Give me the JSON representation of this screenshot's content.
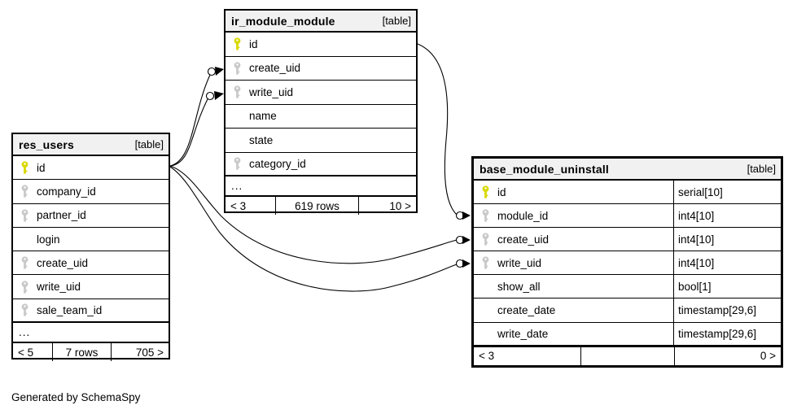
{
  "caption": "Generated by SchemaSpy",
  "colors": {
    "primary_key": "#d9d900",
    "foreign_key": "#c9c9c9",
    "header_bg": "#f1f1f1",
    "border": "#000000",
    "background": "#ffffff"
  },
  "tables": [
    {
      "name": "ir_module_module",
      "tag": "[table]",
      "columns": [
        {
          "name": "id",
          "key": "primary"
        },
        {
          "name": "create_uid",
          "key": "foreign"
        },
        {
          "name": "write_uid",
          "key": "foreign"
        },
        {
          "name": "name",
          "key": "none"
        },
        {
          "name": "state",
          "key": "none"
        },
        {
          "name": "category_id",
          "key": "foreign"
        }
      ],
      "ellipsis": "...",
      "footer": {
        "prev": "< 3",
        "rows": "619 rows",
        "next": "10 >"
      }
    },
    {
      "name": "res_users",
      "tag": "[table]",
      "columns": [
        {
          "name": "id",
          "key": "primary"
        },
        {
          "name": "company_id",
          "key": "foreign"
        },
        {
          "name": "partner_id",
          "key": "foreign"
        },
        {
          "name": "login",
          "key": "none"
        },
        {
          "name": "create_uid",
          "key": "foreign"
        },
        {
          "name": "write_uid",
          "key": "foreign"
        },
        {
          "name": "sale_team_id",
          "key": "foreign"
        }
      ],
      "ellipsis": "...",
      "footer": {
        "prev": "< 5",
        "rows": "7 rows",
        "next": "705 >"
      }
    },
    {
      "name": "base_module_uninstall",
      "tag": "[table]",
      "columns": [
        {
          "name": "id",
          "type": "serial[10]",
          "key": "primary"
        },
        {
          "name": "module_id",
          "type": "int4[10]",
          "key": "foreign"
        },
        {
          "name": "create_uid",
          "type": "int4[10]",
          "key": "foreign"
        },
        {
          "name": "write_uid",
          "type": "int4[10]",
          "key": "foreign"
        },
        {
          "name": "show_all",
          "type": "bool[1]",
          "key": "none"
        },
        {
          "name": "create_date",
          "type": "timestamp[29,6]",
          "key": "none"
        },
        {
          "name": "write_date",
          "type": "timestamp[29,6]",
          "key": "none"
        }
      ],
      "footer": {
        "prev": "< 3",
        "rows": "",
        "next": "0 >"
      }
    }
  ],
  "relationships": [
    {
      "from": "res_users.id",
      "to": "ir_module_module.create_uid"
    },
    {
      "from": "res_users.id",
      "to": "ir_module_module.write_uid"
    },
    {
      "from": "ir_module_module.id",
      "to": "base_module_uninstall.module_id"
    },
    {
      "from": "res_users.id",
      "to": "base_module_uninstall.create_uid"
    },
    {
      "from": "res_users.id",
      "to": "base_module_uninstall.write_uid"
    }
  ]
}
